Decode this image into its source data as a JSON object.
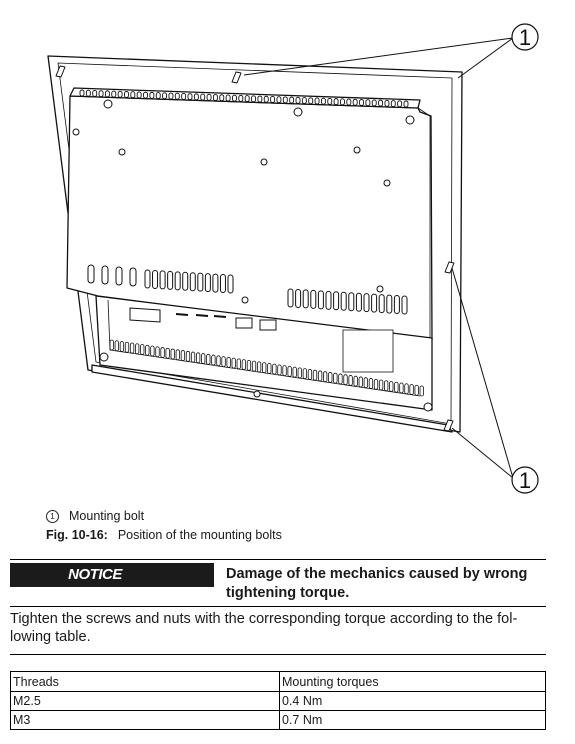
{
  "figure": {
    "callout_label": "1"
  },
  "legend": {
    "marker": "①",
    "text": "Mounting bolt"
  },
  "caption": {
    "number": "Fig.  10-16:",
    "title": "Position of the mounting bolts"
  },
  "notice": {
    "label": "NOTICE",
    "line1": "Damage of the mechanics caused by wrong",
    "line2": "tightening torque."
  },
  "paragraph": "Tighten the screws and nuts with the corresponding torque according to the fol­lowing table.",
  "table": {
    "headers": [
      "Threads",
      "Mounting torques"
    ],
    "rows": [
      [
        "M2.5",
        "0.4 Nm"
      ],
      [
        "M3",
        "0.7 Nm"
      ]
    ]
  }
}
